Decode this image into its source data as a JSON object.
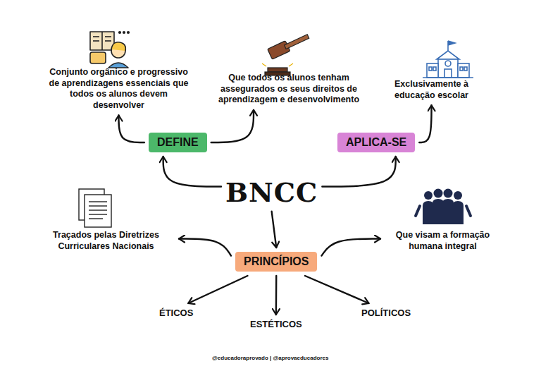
{
  "diagram": {
    "nodes": [
      {
        "text": [
          "Conjunto orgânico e progressivo de aprendizagens essenciais que todos os alunos devem desenvolver"
        ]
      },
      {
        "text": [
          "Que todos os alunos tenham assegurados os seus direitos de aprendizagem e desenvolvimento"
        ]
      },
      {
        "text": [
          "Exclusivamente à educação escolar"
        ]
      },
      {
        "text": [
          "DEFINE"
        ]
      },
      {
        "text": [
          "APLICA-SE"
        ]
      },
      {
        "text": [
          "BNCC"
        ]
      },
      {
        "text": [
          "Traçados pelas Diretrizes Curriculares Nacionais"
        ]
      },
      {
        "text": [
          "Que visam a formação humana integral"
        ]
      },
      {
        "text": [
          "PRINCÍPIOS"
        ]
      },
      {
        "text": [
          "ÉTICOS"
        ]
      },
      {
        "text": [
          "ESTÉTICOS"
        ]
      },
      {
        "text": [
          "POLÍTICOS"
        ]
      }
    ],
    "edges": [
      {
        "from": 5,
        "to": 3,
        "arrow": "to"
      },
      {
        "from": 5,
        "to": 4,
        "arrow": "to"
      },
      {
        "from": 5,
        "to": 8,
        "arrow": "to"
      },
      {
        "from": 3,
        "to": 0,
        "arrow": "to"
      },
      {
        "from": 3,
        "to": 1,
        "arrow": "to"
      },
      {
        "from": 4,
        "to": 2,
        "arrow": "to"
      },
      {
        "from": 8,
        "to": 6,
        "arrow": "to"
      },
      {
        "from": 8,
        "to": 7,
        "arrow": "to"
      },
      {
        "from": 8,
        "to": 9,
        "arrow": "to"
      },
      {
        "from": 8,
        "to": 10,
        "arrow": "to"
      },
      {
        "from": 8,
        "to": 11,
        "arrow": "to"
      }
    ],
    "labels": [
      "@educadoraprovado | @aprovaeducadores"
    ]
  }
}
